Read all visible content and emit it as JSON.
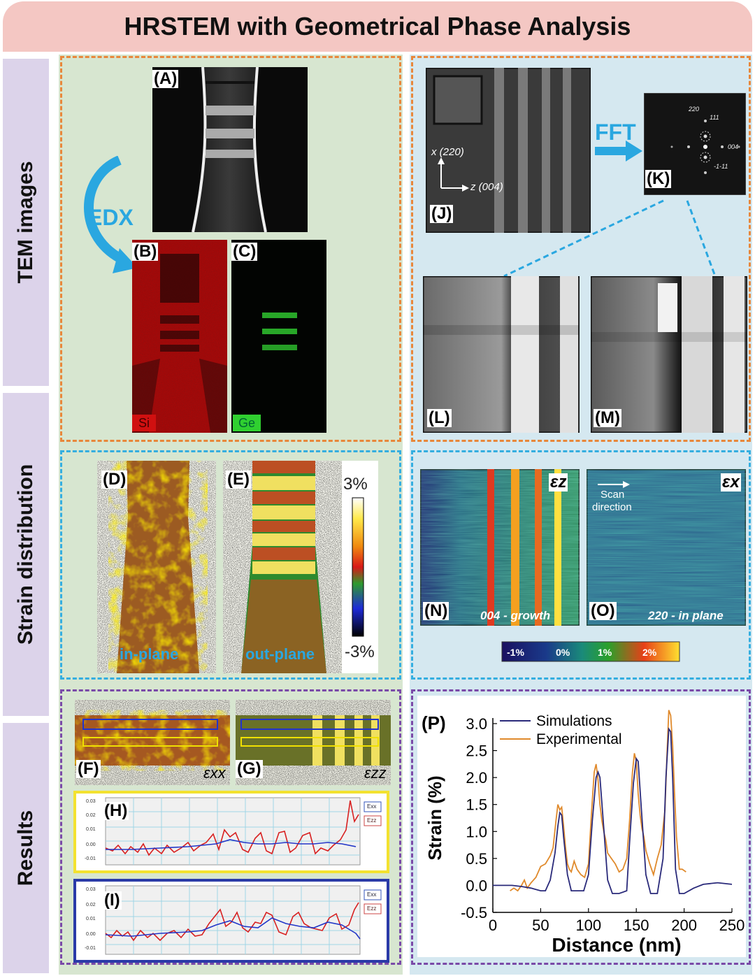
{
  "title": "HRSTEM with Geometrical Phase Analysis",
  "row_labels": {
    "tem": "TEM images",
    "strain": "Strain distribution",
    "results": "Results"
  },
  "tem": {
    "edx_label": "EDX",
    "labels": {
      "a": "(A)",
      "b": "(B)",
      "c": "(C)"
    },
    "map_si": "Si",
    "map_ge": "Ge"
  },
  "fft": {
    "labels": {
      "j": "(J)",
      "k": "(K)",
      "l": "(L)",
      "m": "(M)"
    },
    "fft_label": "FFT",
    "axis_x": "x (220)",
    "axis_z": "z (004)",
    "spots": {
      "s220": "220",
      "s111": "111",
      "s004": "004",
      "sm111": "-1-11"
    }
  },
  "strain_de": {
    "labels": {
      "d": "(D)",
      "e": "(E)"
    },
    "in_plane": "in-plane",
    "out_plane": "out-plane",
    "scale_max": "3%",
    "scale_min": "-3%"
  },
  "strain_no": {
    "labels": {
      "n": "(N)",
      "o": "(O)"
    },
    "eps_z": "εz",
    "eps_x": "εx",
    "scan": "Scan",
    "direction": "direction",
    "caption_n": "004 - growth",
    "caption_o": "220 - in plane",
    "colorbar": [
      "-1%",
      "0%",
      "1%",
      "2%"
    ]
  },
  "results_left": {
    "labels": {
      "f": "(F)",
      "g": "(G)",
      "h": "(H)",
      "i": "(I)"
    },
    "eps_xx": "εxx",
    "eps_zz": "εzz",
    "ticks_h": [
      "0.03",
      "0.02",
      "0.01",
      "0.00",
      "-0.01"
    ],
    "ticks_i": [
      "0.03",
      "0.02",
      "0.01",
      "0.00",
      "-0.01"
    ],
    "legend": [
      "Exx",
      "Ezz"
    ]
  },
  "chart_labels": {
    "p": "(P)"
  },
  "chart_data": {
    "type": "line",
    "xlabel": "Distance (nm)",
    "ylabel": "Strain (%)",
    "xlim": [
      0,
      250
    ],
    "ylim": [
      -0.5,
      3.0
    ],
    "xticks": [
      0,
      50,
      100,
      150,
      200,
      250
    ],
    "yticks": [
      -0.5,
      0.0,
      0.5,
      1.0,
      1.5,
      2.0,
      2.5,
      3.0
    ],
    "legend_position": "top-left",
    "series": [
      {
        "name": "Simulations",
        "color": "#2a2a7a",
        "x": [
          0,
          20,
          30,
          40,
          50,
          55,
          60,
          65,
          68,
          70,
          72,
          74,
          78,
          82,
          88,
          95,
          100,
          104,
          108,
          110,
          112,
          115,
          120,
          125,
          132,
          140,
          143,
          147,
          150,
          152,
          155,
          160,
          165,
          172,
          178,
          181,
          184,
          186,
          188,
          191,
          195,
          200,
          210,
          220,
          235,
          250
        ],
        "y": [
          0.0,
          0.0,
          -0.02,
          -0.05,
          -0.1,
          -0.1,
          0.1,
          0.6,
          1.1,
          1.35,
          1.3,
          0.9,
          0.2,
          -0.1,
          -0.1,
          -0.1,
          0.2,
          1.2,
          2.0,
          2.1,
          2.0,
          1.3,
          0.1,
          -0.15,
          -0.15,
          -0.1,
          0.8,
          1.9,
          2.35,
          2.3,
          1.5,
          0.2,
          -0.15,
          -0.15,
          0.5,
          2.0,
          2.9,
          2.85,
          2.0,
          0.3,
          -0.15,
          -0.15,
          -0.05,
          0.02,
          0.05,
          0.02
        ]
      },
      {
        "name": "Experimental",
        "color": "#e08a2c",
        "x": [
          18,
          22,
          26,
          30,
          33,
          36,
          40,
          45,
          50,
          55,
          60,
          63,
          66,
          68,
          70,
          72,
          74,
          76,
          78,
          80,
          82,
          85,
          88,
          92,
          96,
          100,
          103,
          106,
          108,
          110,
          112,
          114,
          116,
          118,
          120,
          124,
          128,
          132,
          136,
          140,
          143,
          146,
          148,
          150,
          152,
          154,
          156,
          158,
          160,
          164,
          168,
          172,
          176,
          180,
          182,
          184,
          186,
          188,
          190,
          192,
          195,
          198,
          202
        ],
        "y": [
          -0.1,
          -0.05,
          -0.1,
          0.0,
          0.1,
          -0.05,
          0.05,
          0.15,
          0.35,
          0.4,
          0.55,
          0.7,
          1.2,
          1.5,
          1.4,
          1.45,
          1.1,
          0.7,
          0.4,
          0.3,
          0.25,
          0.45,
          0.3,
          0.2,
          0.15,
          0.4,
          1.3,
          2.1,
          2.25,
          1.95,
          1.5,
          1.2,
          1.0,
          0.85,
          0.6,
          0.5,
          0.4,
          0.25,
          0.3,
          0.5,
          1.2,
          2.1,
          2.45,
          2.3,
          1.7,
          1.3,
          1.05,
          0.9,
          0.65,
          0.4,
          0.2,
          0.5,
          0.75,
          1.4,
          2.4,
          3.25,
          3.15,
          2.6,
          1.7,
          0.9,
          0.3,
          0.3,
          0.25
        ]
      }
    ]
  }
}
